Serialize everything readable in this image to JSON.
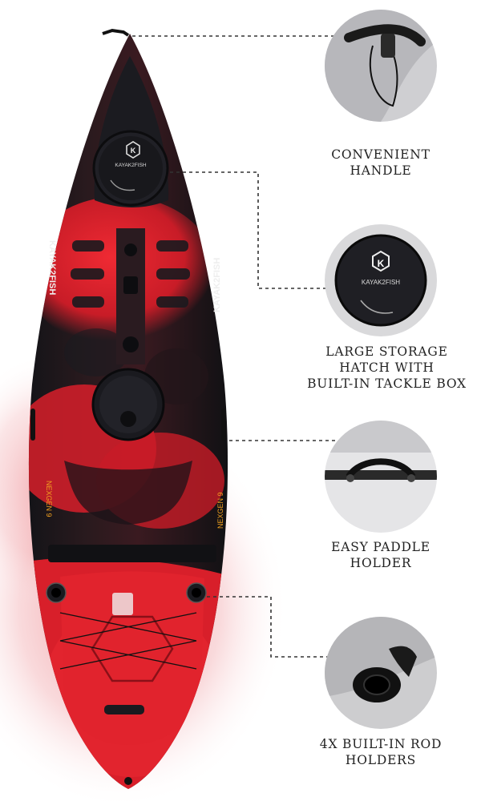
{
  "brand": {
    "logo_text": "KAYAK2FISH",
    "model_text": "NEXGEN 9"
  },
  "colors": {
    "hull_red": "#d81f2a",
    "hull_black": "#1a1a1f",
    "leader_line": "#333333",
    "label_text": "#222222"
  },
  "features": [
    {
      "id": "handle",
      "lines": [
        "CONVENIENT",
        "HANDLE"
      ]
    },
    {
      "id": "hatch",
      "lines": [
        "LARGE STORAGE",
        "HATCH WITH",
        "BUILT-IN TACKLE BOX"
      ]
    },
    {
      "id": "paddle",
      "lines": [
        "EASY PADDLE",
        "HOLDER"
      ]
    },
    {
      "id": "rod",
      "lines": [
        "4X BUILT-IN ROD",
        "HOLDERS"
      ]
    }
  ]
}
